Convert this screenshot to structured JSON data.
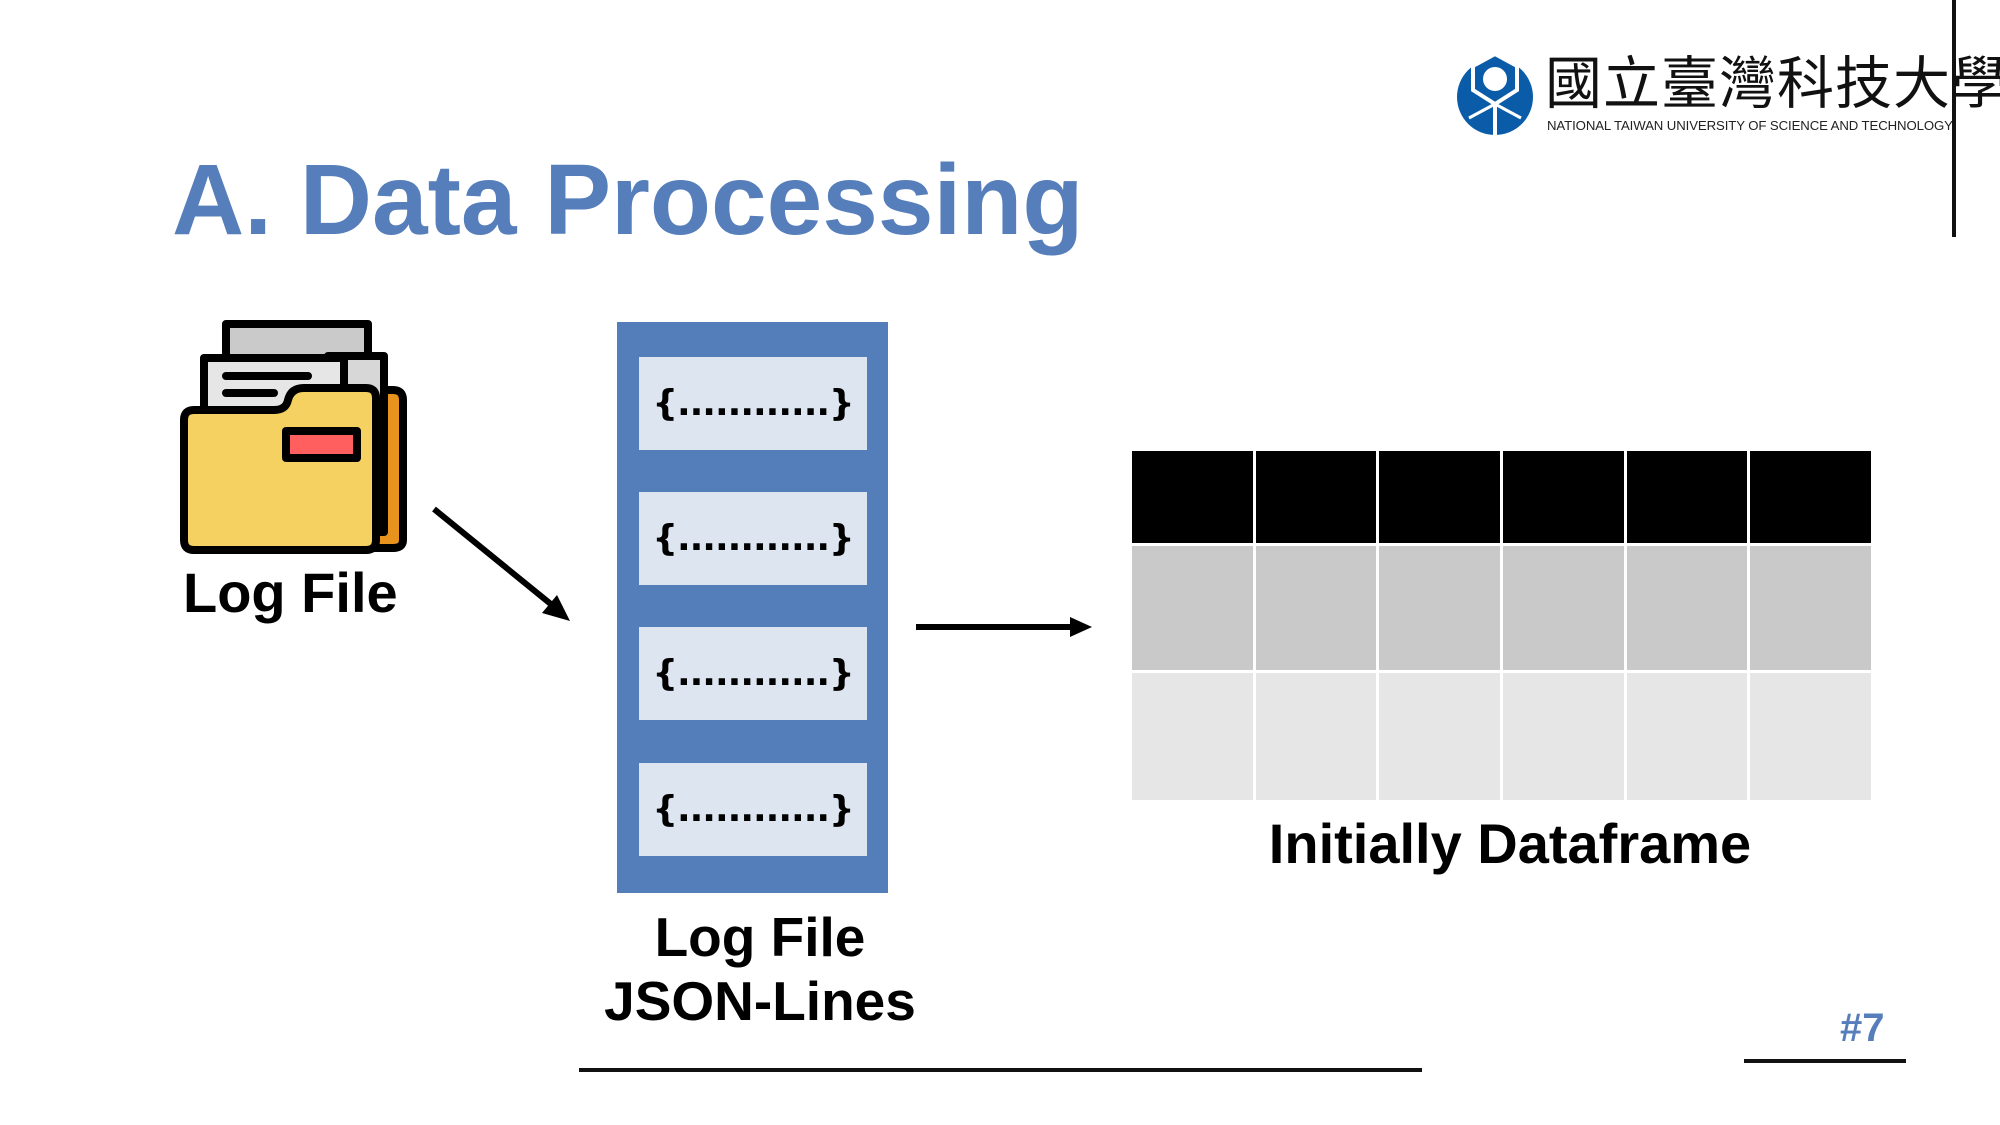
{
  "slide": {
    "title": "A. Data Processing",
    "title_color": "#567EBB",
    "page_number": "#7",
    "page_number_color": "#567EBB"
  },
  "logo": {
    "chinese_name": "國立臺灣科技大學",
    "english_name": "NATIONAL TAIWAN UNIVERSITY OF SCIENCE AND TECHNOLOGY",
    "brand_color": "#0A5CA8"
  },
  "diagram": {
    "source": {
      "icon": "folder-with-documents-icon",
      "label": "Log File"
    },
    "json_lines": {
      "column_color": "#547EBA",
      "line_color": "#DDE5F0",
      "lines": [
        "{............}",
        "{............}",
        "{............}",
        "{............}"
      ],
      "label_line1": "Log File",
      "label_line2": "JSON-Lines"
    },
    "dataframe": {
      "columns": 6,
      "rows": [
        {
          "role": "header",
          "color": "#000000"
        },
        {
          "role": "row",
          "color": "#C9C9C9"
        },
        {
          "role": "row",
          "color": "#E6E6E6"
        }
      ],
      "label": "Initially Dataframe"
    },
    "edges": [
      {
        "from": "Log File",
        "to": "Log File JSON-Lines",
        "icon": "arrow-down-right-icon"
      },
      {
        "from": "Log File JSON-Lines",
        "to": "Initially Dataframe",
        "icon": "arrow-right-icon"
      }
    ]
  }
}
